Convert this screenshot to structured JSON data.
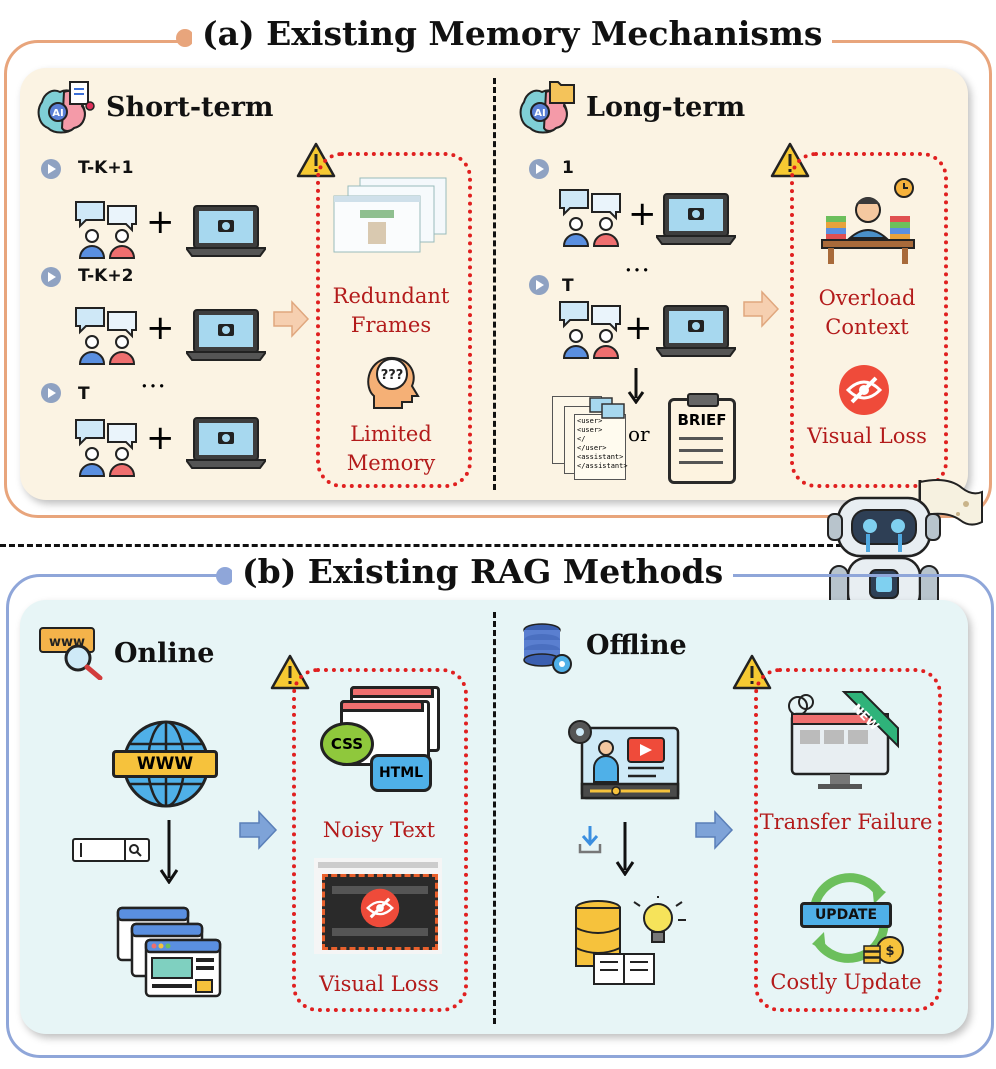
{
  "panel_a": {
    "title": "(a) Existing Memory Mechanisms",
    "short_term": {
      "heading": "Short-term",
      "steps": [
        "T-K+1",
        "T-K+2",
        "T"
      ],
      "ellipsis": "…",
      "issues": [
        "Redundant Frames",
        "Limited Memory"
      ]
    },
    "long_term": {
      "heading": "Long-term",
      "steps": [
        "1",
        "T"
      ],
      "ellipsis": "…",
      "or_label": "or",
      "brief_label": "BRIEF",
      "chat_log_lines": [
        "<user>",
        "<user>",
        "</",
        "</user>",
        "<assistant>",
        "</assistant>"
      ],
      "issues": [
        "Overload Context",
        "Visual Loss"
      ]
    }
  },
  "panel_b": {
    "title": "(b) Existing RAG Methods",
    "online": {
      "heading": "Online",
      "www_label": "WWW",
      "css_label": "CSS",
      "html_label": "HTML",
      "issues": [
        "Noisy Text",
        "Visual Loss"
      ]
    },
    "offline": {
      "heading": "Offline",
      "new_label": "NEW",
      "update_label": "UPDATE",
      "issues": [
        "Transfer Failure",
        "Costly Update"
      ]
    }
  },
  "colors": {
    "panel_a_border": "#e8a57c",
    "panel_a_fill": "#fbf3e3",
    "panel_b_border": "#8fa6d9",
    "panel_b_fill": "#e7f5f6",
    "issue_text": "#b31b1b",
    "warning": "#f6c932"
  }
}
